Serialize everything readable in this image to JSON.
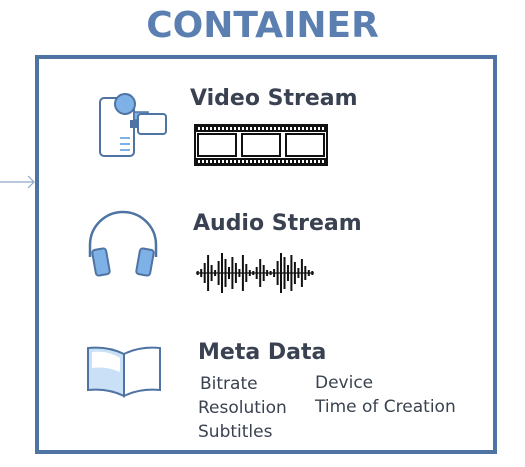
{
  "title": "CONTAINER",
  "colors": {
    "title": "#5b7fb0",
    "frame": "#4f74a3",
    "label": "#3a4252",
    "icon_stroke": "#4f74a3",
    "icon_fill": "#7eb1e6",
    "icon_fill_light": "#c9e0f6"
  },
  "streams": {
    "video": {
      "label": "Video Stream",
      "icon": "camcorder-icon",
      "graphic": "film-strip-icon"
    },
    "audio": {
      "label": "Audio Stream",
      "icon": "headphones-icon",
      "graphic": "waveform-icon"
    },
    "meta": {
      "label": "Meta Data",
      "icon": "open-book-icon",
      "items": [
        "Bitrate",
        "Device",
        "Resolution",
        "Time of Creation",
        "Subtitles"
      ]
    }
  }
}
